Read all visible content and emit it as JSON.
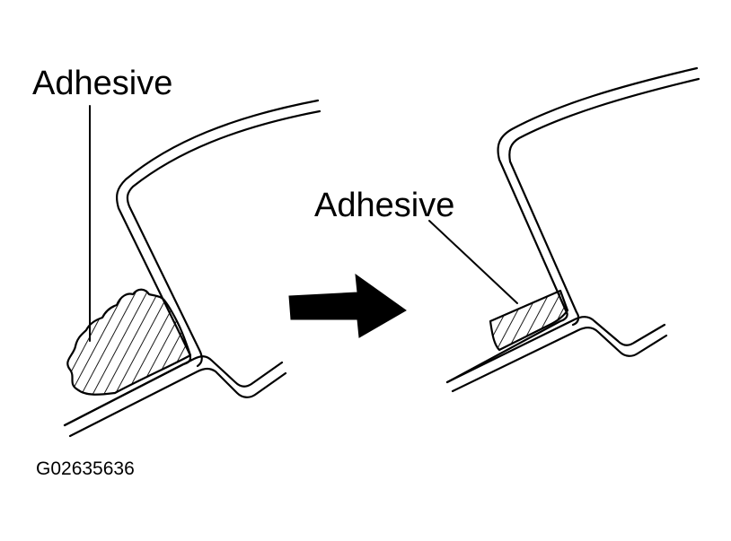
{
  "labels": {
    "adhesive_before": "Adhesive",
    "adhesive_after": "Adhesive",
    "figure_code": "G02635636"
  },
  "colors": {
    "ink": "#000000",
    "paper": "#ffffff"
  },
  "icons": {
    "transition": "arrow-right-icon"
  }
}
